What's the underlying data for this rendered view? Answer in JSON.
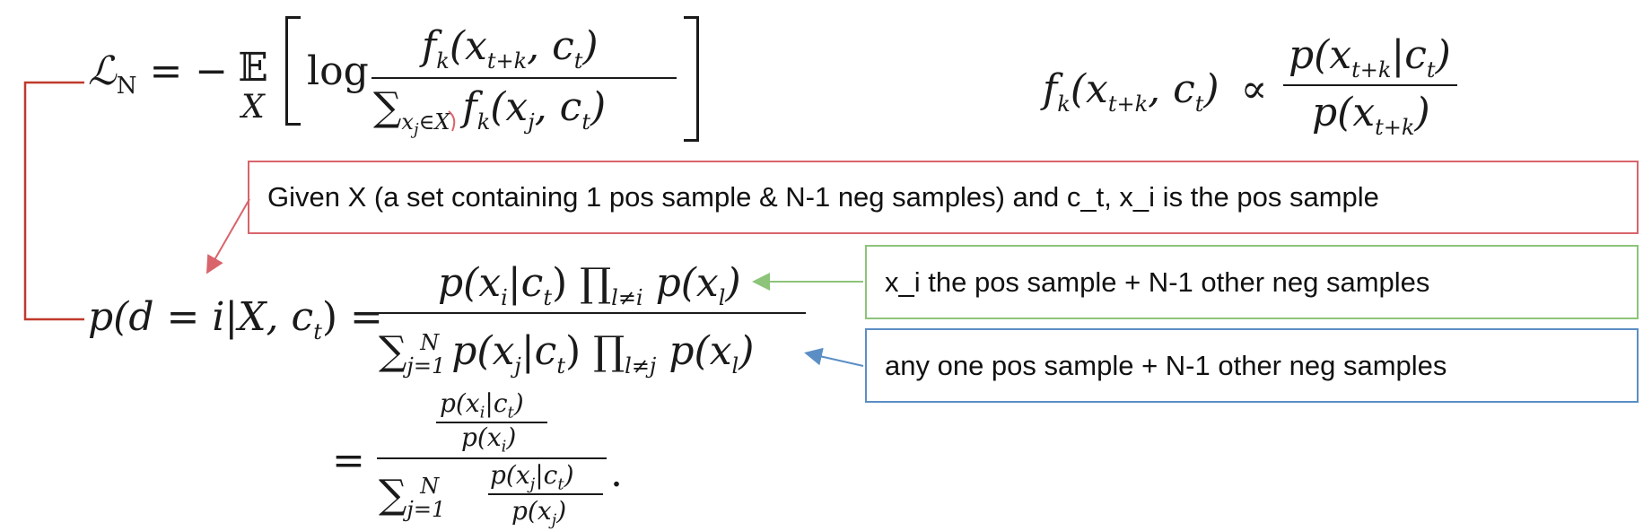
{
  "equations": {
    "loss": {
      "lhs": "ℒ",
      "lhs_sub": "N",
      "equals": "= −",
      "expectation": "𝔼",
      "expectation_sub": "X",
      "log": "log",
      "numerator": "f",
      "numerator_sub": "k",
      "numerator_args": "(x",
      "numerator_args_sub": "t+k",
      "numerator_args_end": ", c",
      "numerator_args_end_sub": "t",
      "numerator_close": ")",
      "sum": "∑",
      "sum_sub": "x",
      "sum_sub_j": "j",
      "sum_sub_in": "∈X",
      "denominator": "f",
      "denominator_sub": "k",
      "denominator_args": "(x",
      "denominator_args_sub": "j",
      "denominator_args_end": ", c",
      "denominator_args_end_sub": "t",
      "denominator_close": ")"
    },
    "proportional": {
      "lhs": "f",
      "lhs_sub": "k",
      "lhs_args": "(x",
      "lhs_args_sub": "t+k",
      "lhs_args_end": ", c",
      "lhs_args_end_sub": "t",
      "lhs_close": ")",
      "relation": "∝",
      "numerator": "p(x",
      "numerator_sub": "t+k",
      "numerator_end": "|c",
      "numerator_end_sub": "t",
      "numerator_close": ")",
      "denominator": "p(x",
      "denominator_sub": "t+k",
      "denominator_close": ")"
    },
    "posterior": {
      "lhs": "p(d = i|X, c",
      "lhs_sub": "t",
      "lhs_close": ") =",
      "numerator": "p(x",
      "numerator_sub": "i",
      "numerator_mid": "|c",
      "numerator_mid_sub": "t",
      "numerator_prod": ") ∏",
      "numerator_prod_sub": "l≠i",
      "numerator_end": " p(x",
      "numerator_end_sub": "l",
      "numerator_close": ")",
      "den_sum": "∑",
      "den_sum_sup": "N",
      "den_sum_sub": "j=1",
      "den_a": " p(x",
      "den_a_sub": "j",
      "den_b": "|c",
      "den_b_sub": "t",
      "den_prod": ") ∏",
      "den_prod_sub": "l≠j",
      "den_end": " p(x",
      "den_end_sub": "l",
      "den_close": ")"
    },
    "simplified": {
      "equals": "=",
      "top_num": "p(x",
      "top_num_sub": "i",
      "top_num_mid": "|c",
      "top_num_mid_sub": "t",
      "top_num_close": ")",
      "top_den": "p(x",
      "top_den_sub": "i",
      "top_den_close": ")",
      "sum": "∑",
      "sum_sup": "N",
      "sum_sub": "j=1",
      "in_num": "p(x",
      "in_num_sub": "j",
      "in_num_mid": "|c",
      "in_num_mid_sub": "t",
      "in_num_close": ")",
      "in_den": "p(x",
      "in_den_sub": "j",
      "in_den_close": ")",
      "period": "."
    }
  },
  "notes": {
    "given_x": "Given X (a set containing 1 pos sample & N-1 neg samples) and c_t, x_i is the pos sample",
    "numerator_note": "x_i the pos sample + N-1 other neg samples",
    "denominator_note": "any one pos sample + N-1 other neg samples"
  },
  "colors": {
    "red": "#c0392b",
    "red_box": "#d9646b",
    "green": "#8cc47a",
    "blue": "#5b8ec4",
    "text": "#1a1a1a"
  }
}
